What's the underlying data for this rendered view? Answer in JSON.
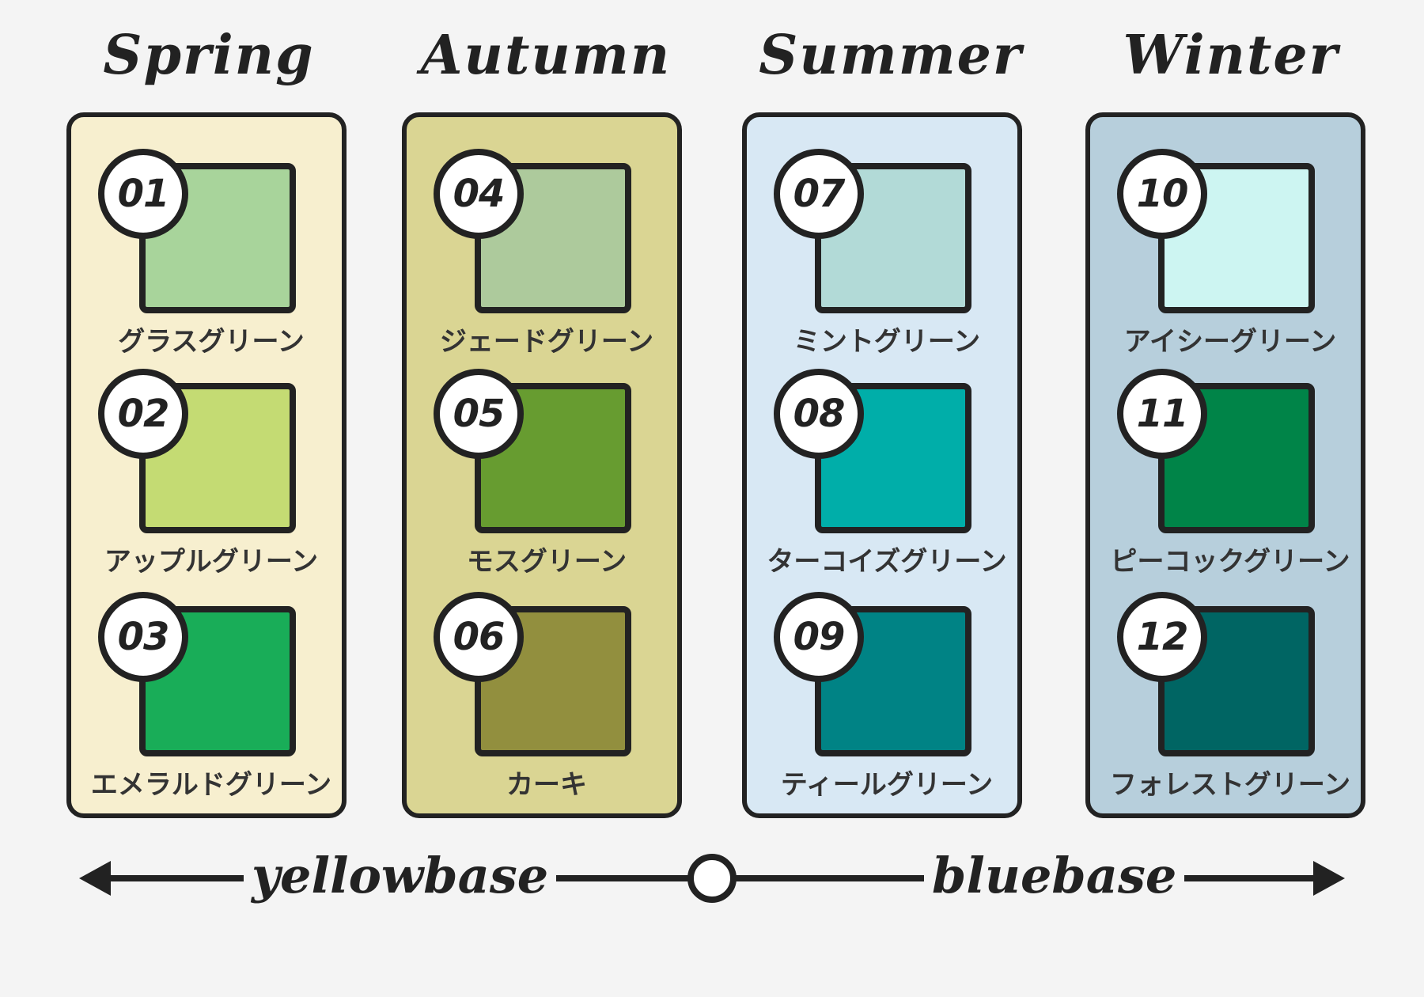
{
  "seasons": [
    {
      "name": "Spring",
      "bg": "#f7efcf",
      "colors": [
        {
          "num": "01",
          "name": "グラスグリーン",
          "hex": "#a8d49b"
        },
        {
          "num": "02",
          "name": "アップルグリーン",
          "hex": "#c4db73"
        },
        {
          "num": "03",
          "name": "エメラルドグリーン",
          "hex": "#19ad58"
        }
      ]
    },
    {
      "name": "Autumn",
      "bg": "#dad593",
      "colors": [
        {
          "num": "04",
          "name": "ジェードグリーン",
          "hex": "#adca9c"
        },
        {
          "num": "05",
          "name": "モスグリーン",
          "hex": "#679c30"
        },
        {
          "num": "06",
          "name": "カーキ",
          "hex": "#928f3e"
        }
      ]
    },
    {
      "name": "Summer",
      "bg": "#d8e8f4",
      "colors": [
        {
          "num": "07",
          "name": "ミントグリーン",
          "hex": "#b2dad7"
        },
        {
          "num": "08",
          "name": "ターコイズグリーン",
          "hex": "#00aea9"
        },
        {
          "num": "09",
          "name": "ティールグリーン",
          "hex": "#008385"
        }
      ]
    },
    {
      "name": "Winter",
      "bg": "#b7cfdc",
      "colors": [
        {
          "num": "10",
          "name": "アイシーグリーン",
          "hex": "#cdf5f2"
        },
        {
          "num": "11",
          "name": "ピーコックグリーン",
          "hex": "#008448"
        },
        {
          "num": "12",
          "name": "フォレストグリーン",
          "hex": "#006563"
        }
      ]
    }
  ],
  "scale": {
    "left_label": "yellowbase",
    "right_label": "bluebase"
  }
}
